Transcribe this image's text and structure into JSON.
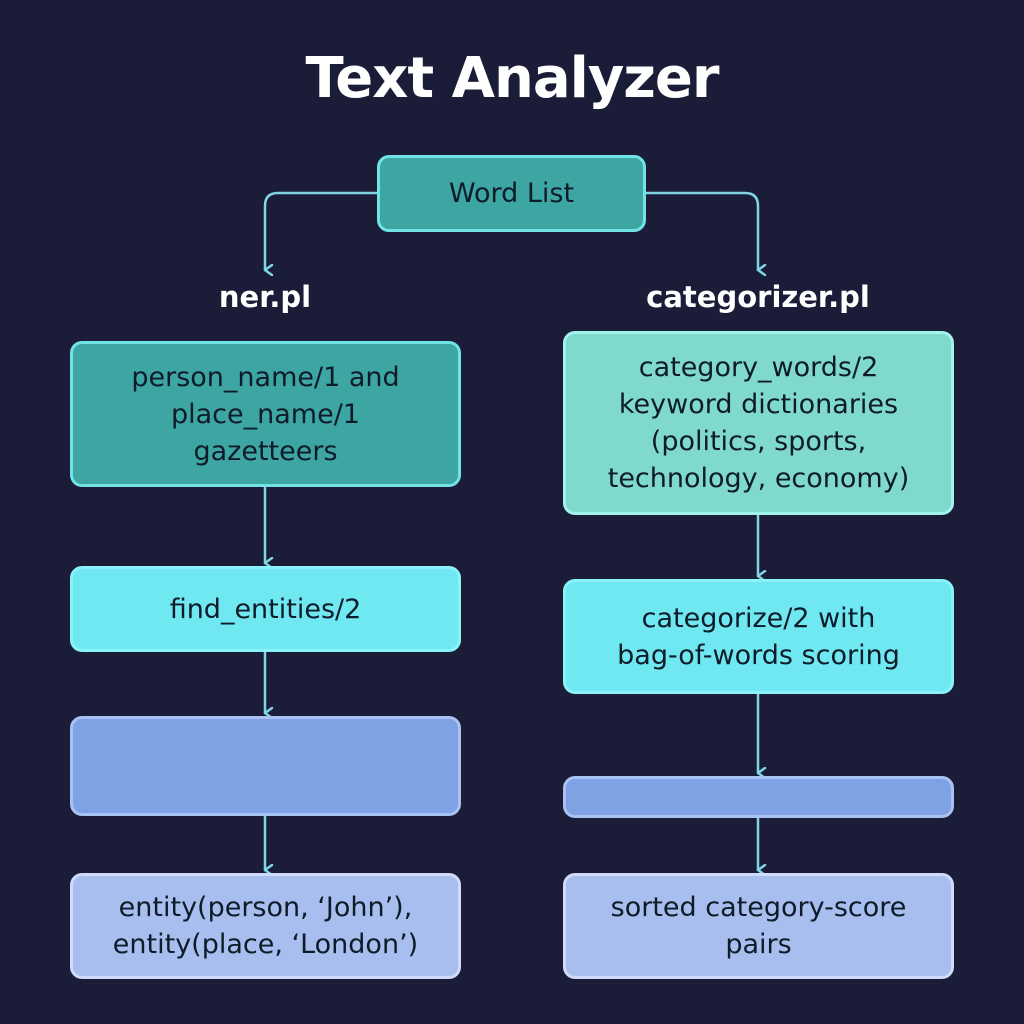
{
  "title": "Text Analyzer",
  "root": {
    "label": "Word List"
  },
  "columns": [
    {
      "label": "ner.pl",
      "nodes": [
        "person_name/1 and\nplace_name/1\ngazetteers",
        "find_entities/2",
        "",
        "entity(person, ‘John’),\nentity(place, ‘London’)"
      ]
    },
    {
      "label": "categorizer.pl",
      "nodes": [
        "category_words/2\nkeyword dictionaries\n(politics, sports,\ntechnology, economy)",
        "categorize/2 with\nbag-of-words scoring",
        "",
        "sorted category-score\npairs"
      ]
    }
  ],
  "colors": {
    "background": "#1b1c38",
    "arrow": "#7fd6e2",
    "teal": "#3da6a3",
    "mint": "#80d9cd",
    "cyan": "#6fe8f2",
    "blue": "#7ea2e4",
    "lavender": "#a8beef"
  }
}
